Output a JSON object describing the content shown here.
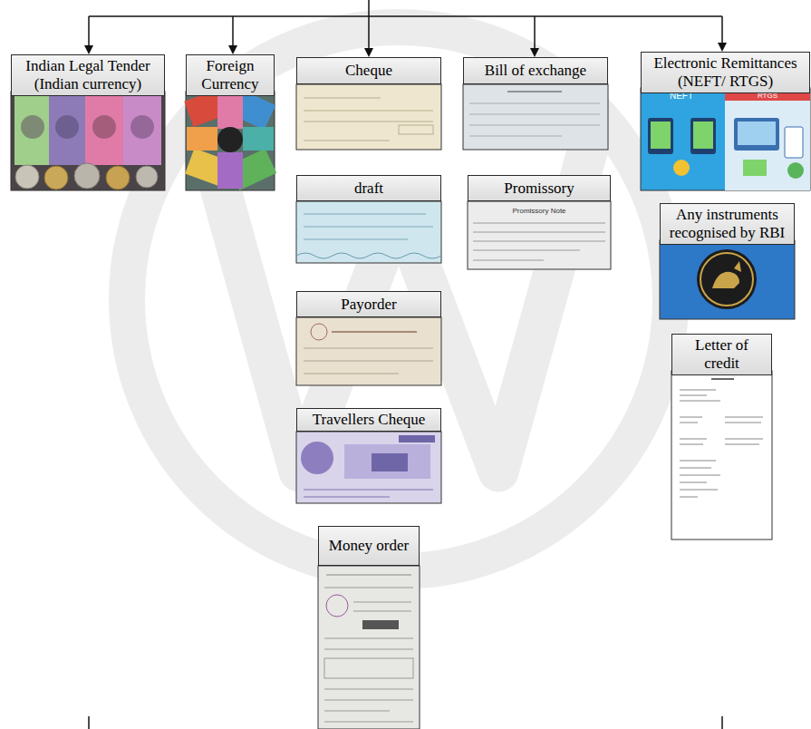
{
  "diagram": {
    "nodes": [
      {
        "text": [
          "Indian Legal Tender (Indian currency)"
        ]
      },
      {
        "text": [
          "Foreign Currency"
        ]
      },
      {
        "text": [
          "Cheque"
        ]
      },
      {
        "text": [
          "Bill of exchange"
        ]
      },
      {
        "text": [
          "Electronic Remittances (NEFT/ RTGS)"
        ]
      },
      {
        "text": [
          "draft"
        ]
      },
      {
        "text": [
          "Promissory"
        ]
      },
      {
        "text": [
          "Any instruments recognised by RBI"
        ]
      },
      {
        "text": [
          "Payorder"
        ]
      },
      {
        "text": [
          "Letter of credit"
        ]
      },
      {
        "text": [
          "Travellers Cheque"
        ]
      },
      {
        "text": [
          "Money order"
        ]
      }
    ],
    "labels": [
      "Promissory Note",
      "NEFT",
      "RTGS"
    ]
  }
}
